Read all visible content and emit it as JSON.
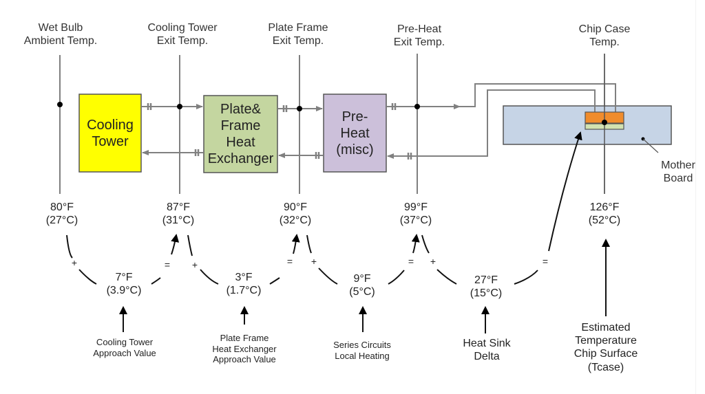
{
  "colors": {
    "cooling_tower": "#ffff00",
    "plate_frame": "#c4d6a0",
    "preheat": "#ccc0da",
    "motherboard": "#c6d4e6",
    "chip": "#f08c2c",
    "chip_base": "#d2e2b0",
    "pipe": "#808080",
    "line": "#444444"
  },
  "measure_points": [
    {
      "label": "Wet Bulb\nAmbient Temp.",
      "temp_f": "80°F",
      "temp_c": "(27°C)"
    },
    {
      "label": "Cooling Tower\nExit Temp.",
      "temp_f": "87°F",
      "temp_c": "(31°C)"
    },
    {
      "label": "Plate Frame\nExit Temp.",
      "temp_f": "90°F",
      "temp_c": "(32°C)"
    },
    {
      "label": "Pre-Heat\nExit Temp.",
      "temp_f": "99°F",
      "temp_c": "(37°C)"
    },
    {
      "label": "Chip Case\nTemp.",
      "temp_f": "126°F",
      "temp_c": "(52°C)"
    }
  ],
  "components": {
    "cooling_tower": "Cooling\nTower",
    "plate_frame": "Plate&\nFrame\nHeat\nExchanger",
    "preheat": "Pre-\nHeat\n(misc)",
    "motherboard": "Mother\nBoard"
  },
  "deltas": [
    {
      "value_f": "7°F",
      "value_c": "(3.9°C)",
      "description": "Cooling Tower\nApproach Value"
    },
    {
      "value_f": "3°F",
      "value_c": "(1.7°C)",
      "description": "Plate Frame\nHeat Exchanger\nApproach Value"
    },
    {
      "value_f": "9°F",
      "value_c": "(5°C)",
      "description": "Series Circuits\nLocal Heating"
    },
    {
      "value_f": "27°F",
      "value_c": "(15°C)",
      "description": "Heat Sink\nDelta"
    }
  ],
  "final_description": "Estimated\nTemperature\nChip Surface\n(Tcase)",
  "operators": {
    "plus": "+",
    "equals": "="
  }
}
